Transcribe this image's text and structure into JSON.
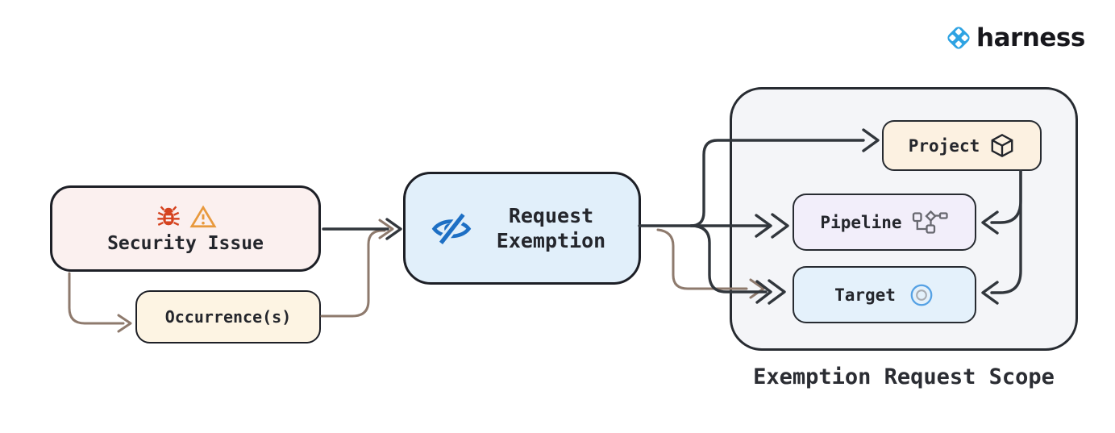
{
  "logo": {
    "text": "harness",
    "brand_blue": "#2ea3e3",
    "text_color": "#17171c"
  },
  "nodes": {
    "security_issue": {
      "label": "Security Issue",
      "fill": "#fbf0ef",
      "icons": [
        "bug-icon",
        "warning-icon"
      ]
    },
    "occurrences": {
      "label": "Occurrence(s)",
      "fill": "#fdf4e3"
    },
    "request_exemption": {
      "label": "Request Exemption",
      "fill": "#e1effa",
      "icon": "eye-off-icon"
    },
    "project": {
      "label": "Project",
      "fill": "#fcf1e1",
      "icon": "package-icon"
    },
    "pipeline": {
      "label": "Pipeline",
      "fill": "#f2eefa",
      "icon": "pipeline-icon"
    },
    "target": {
      "label": "Target",
      "fill": "#e4f1fb",
      "icon": "target-icon"
    }
  },
  "scope": {
    "label": "Exemption Request Scope",
    "fill": "#f4f5f8"
  },
  "colors": {
    "arrow_dark": "#31363c",
    "arrow_brown": "#8e7a6d",
    "border_dark": "#1d1f26",
    "bug_red": "#d5431f",
    "bug_stripe": "#fbf0ef",
    "warning_orange": "#e8993d",
    "eye_blue": "#1d6fc4",
    "eye_slash_casing": "#e1effa",
    "pipeline_gray": "#686870",
    "target_blue": "#55a1e4",
    "target_inner_gray": "#a8acb2",
    "cube_dark": "#22252b"
  },
  "edges": [
    "security-to-request",
    "occurrences-to-request",
    "security-to-occurrences",
    "request-to-project",
    "request-to-pipeline",
    "request-to-target",
    "occurrence-flow-to-target",
    "project-to-pipeline",
    "project-to-target"
  ]
}
